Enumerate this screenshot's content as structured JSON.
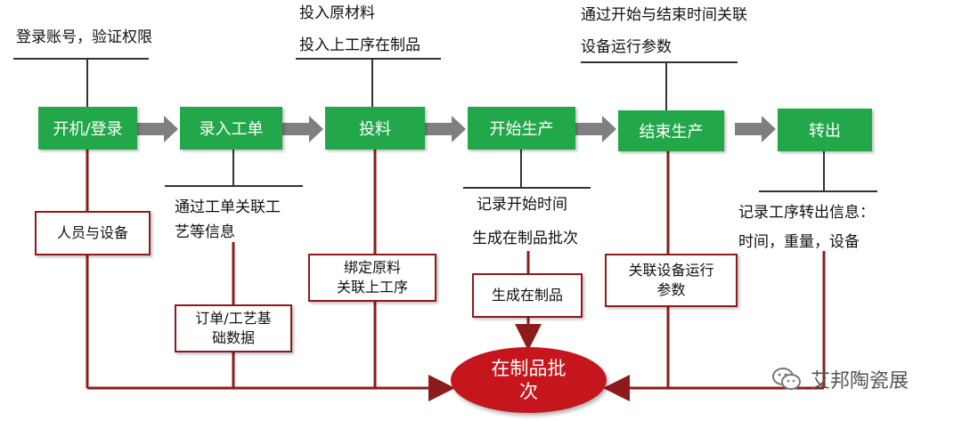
{
  "colors": {
    "step_fill": "#22a84a",
    "arrow": "#7f7f7f",
    "line_dark": "#333333",
    "line_red": "#8e1b1b",
    "final_fill": "#c4161c"
  },
  "steps": [
    {
      "label": "开机/登录"
    },
    {
      "label": "录入工单"
    },
    {
      "label": "投料"
    },
    {
      "label": "开始生产"
    },
    {
      "label": "结束生产"
    },
    {
      "label": "转出"
    }
  ],
  "top_notes": {
    "login": "登录账号，验证权限",
    "feed": [
      "投入原材料",
      "投入上工序在制品"
    ],
    "time_link": [
      "通过开始与结束时间关联",
      "设备运行参数"
    ]
  },
  "mid_notes": {
    "order": [
      "通过工单关联工",
      "艺等信息"
    ],
    "start": [
      "记录开始时间",
      "生成在制品批次"
    ],
    "transfer": [
      "记录工序转出信息：",
      "时间，重量，设备"
    ]
  },
  "boxes": {
    "personnel": "人员与设备",
    "order_data": [
      "订单/工艺基",
      "础数据"
    ],
    "bind": [
      "绑定原料",
      "关联上工序"
    ],
    "generate": "生成在制品",
    "equipment": [
      "关联设备运行",
      "参数"
    ]
  },
  "final": [
    "在制品批",
    "次"
  ],
  "brand": {
    "icon": "wechat-bubble-icon",
    "text": "艾邦陶瓷展"
  }
}
